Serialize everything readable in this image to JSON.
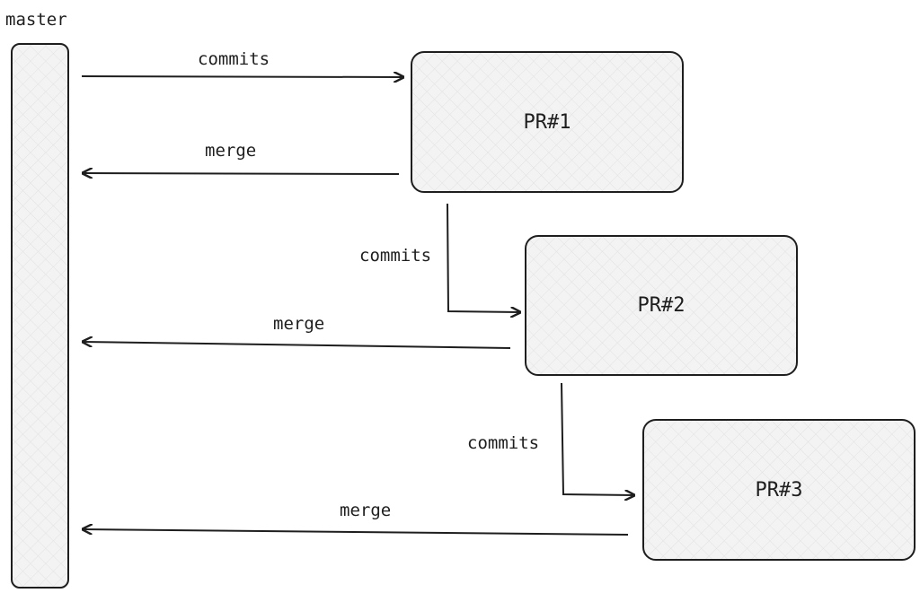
{
  "diagram": {
    "master_label": "master",
    "nodes": [
      {
        "id": "pr1",
        "label": "PR#1"
      },
      {
        "id": "pr2",
        "label": "PR#2"
      },
      {
        "id": "pr3",
        "label": "PR#3"
      }
    ],
    "edges": [
      {
        "from": "master",
        "to": "pr1",
        "label": "commits"
      },
      {
        "from": "pr1",
        "to": "master",
        "label": "merge"
      },
      {
        "from": "pr1",
        "to": "pr2",
        "label": "commits"
      },
      {
        "from": "pr2",
        "to": "master",
        "label": "merge"
      },
      {
        "from": "pr2",
        "to": "pr3",
        "label": "commits"
      },
      {
        "from": "pr3",
        "to": "master",
        "label": "merge"
      }
    ]
  },
  "colors": {
    "stroke": "#1e1e1e",
    "fill": "#f2f2f2",
    "background": "#ffffff"
  }
}
